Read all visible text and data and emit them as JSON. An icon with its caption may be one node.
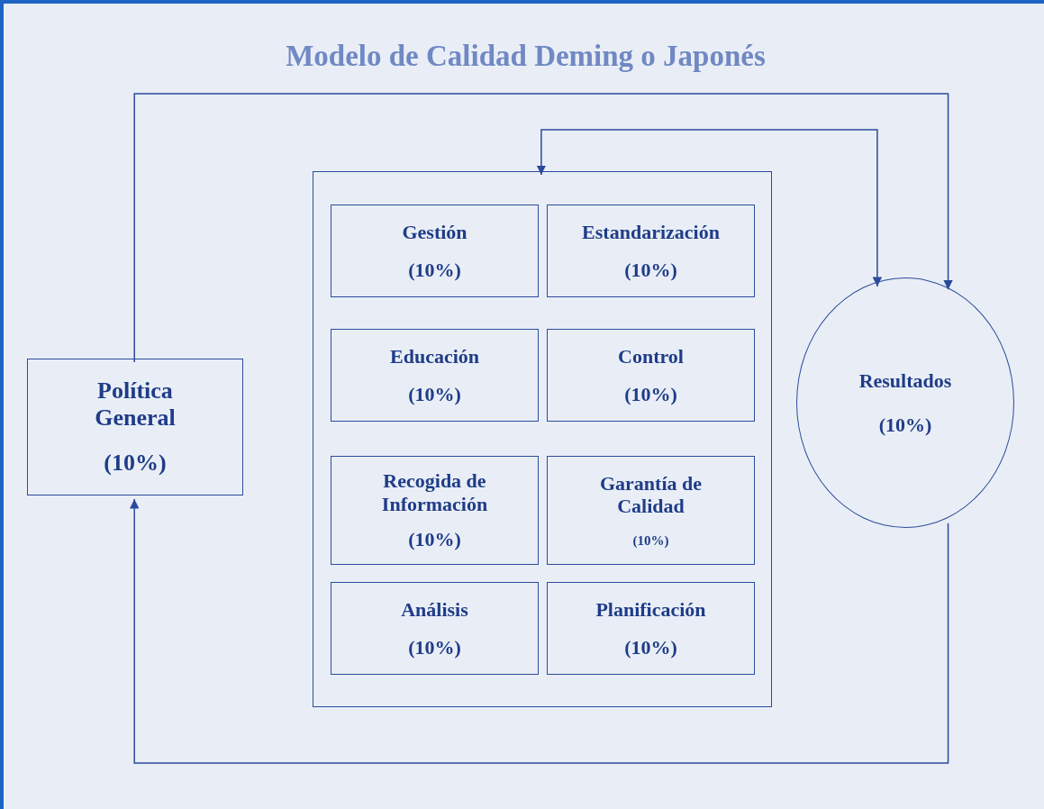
{
  "diagram": {
    "title": "Modelo de Calidad Deming o Japonés",
    "nodes": [
      {
        "text": [
          "Política General",
          "(10%)"
        ]
      },
      {
        "text": [],
        "shape": "box"
      },
      {
        "text": [
          "Gestión",
          "(10%)"
        ],
        "in": 1
      },
      {
        "text": [
          "Estandarización",
          "(10%)"
        ],
        "in": 1
      },
      {
        "text": [
          "Educación",
          "(10%)"
        ],
        "in": 1
      },
      {
        "text": [
          "Control",
          "(10%)"
        ],
        "in": 1
      },
      {
        "text": [
          "Recogida de Información",
          "(10%)"
        ],
        "in": 1
      },
      {
        "text": [
          "Garantía de Calidad",
          "(10%)"
        ],
        "in": 1
      },
      {
        "text": [
          "Análisis",
          "(10%)"
        ],
        "in": 1
      },
      {
        "text": [
          "Planificación",
          "(10%)"
        ],
        "in": 1
      },
      {
        "text": [
          "Resultados",
          "(10%)"
        ]
      }
    ],
    "edges": [
      {
        "from": 0,
        "to": 10,
        "arrow": "to"
      },
      {
        "from": 10,
        "to": 0,
        "arrow": "to"
      },
      {
        "from": 1,
        "to": 10,
        "arrow": "both"
      }
    ]
  }
}
